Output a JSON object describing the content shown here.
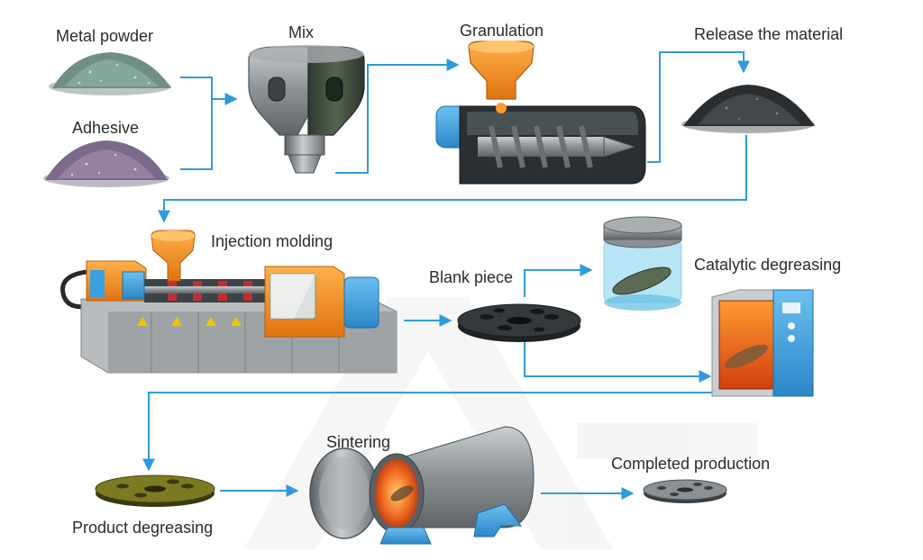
{
  "steps": {
    "metal_powder": "Metal powder",
    "adhesive": "Adhesive",
    "mix": "Mix",
    "granulation": "Granulation",
    "release_material": "Release the material",
    "injection_molding": "Injection molding",
    "blank_piece": "Blank piece",
    "catalytic_degreasing": "Catalytic degreasing",
    "product_degreasing": "Product degreasing",
    "sintering": "Sintering",
    "completed_production": "Completed production"
  },
  "colors": {
    "flow_arrow": "#2f9bdc",
    "machine_orange": "#f08a1c",
    "machine_blue": "#3aa0e0",
    "metal_gray": "#8a8f93",
    "mixer_dark_green": "#3c4a3c"
  },
  "icons": {
    "watermark": "gray-logo-watermark"
  }
}
